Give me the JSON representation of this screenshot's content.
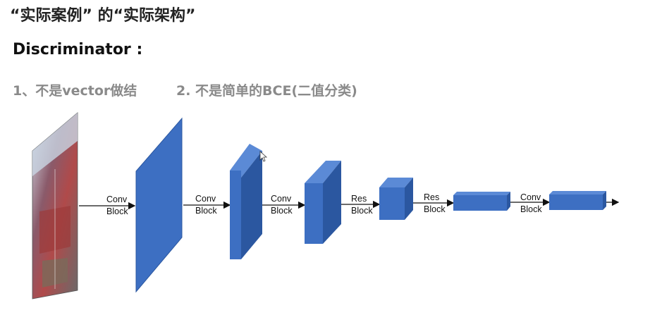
{
  "header": {
    "title": "“实际案例” 的“实际架构”",
    "subtitle": "Discriminator :"
  },
  "points": [
    {
      "label": "1、不是vector做结"
    },
    {
      "label": "2.  不是简单的BCE(二值分类)"
    }
  ],
  "diagram": {
    "input_image": "input-photo",
    "blocks": [
      {
        "line1": "Conv",
        "line2": "Block"
      },
      {
        "line1": "Conv",
        "line2": "Block"
      },
      {
        "line1": "Conv",
        "line2": "Block"
      },
      {
        "line1": "Res",
        "line2": "Block"
      },
      {
        "line1": "Res",
        "line2": "Block"
      },
      {
        "line1": "Conv",
        "line2": "Block"
      }
    ],
    "colors": {
      "block_front": "#3d6fc2",
      "block_side": "#2b57a0",
      "block_top": "#5b8ad6",
      "arrow": "#111111"
    }
  }
}
